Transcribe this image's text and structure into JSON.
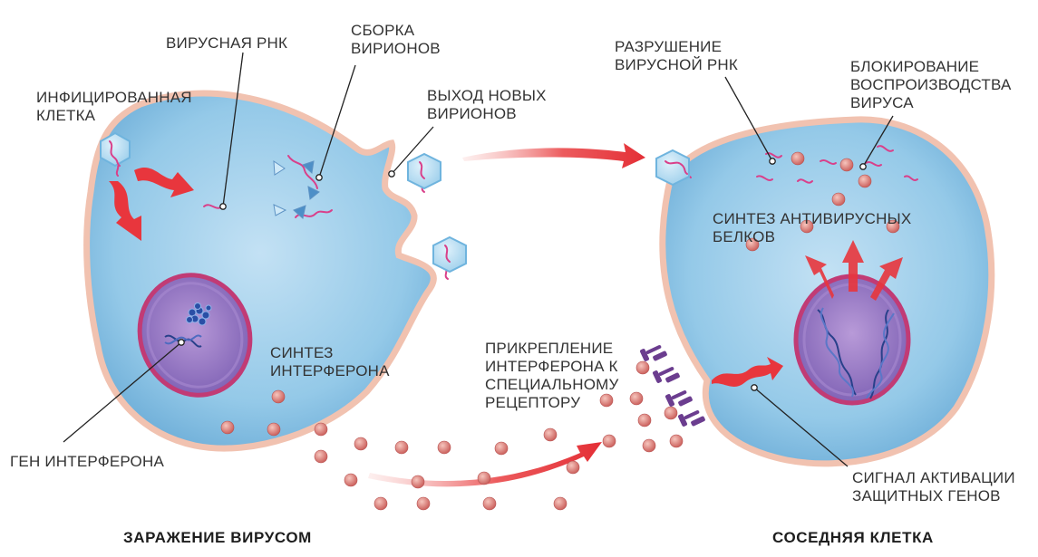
{
  "labels": {
    "infected_cell": [
      "ИНФИЦИРОВАННАЯ",
      "КЛЕТКА"
    ],
    "viral_rna": [
      "ВИРУСНАЯ РНК"
    ],
    "virion_assembly": [
      "СБОРКА",
      "ВИРИОНОВ"
    ],
    "virion_exit": [
      "ВЫХОД НОВЫХ",
      "ВИРИОНОВ"
    ],
    "rna_destruction": [
      "РАЗРУШЕНИЕ",
      "ВИРУСНОЙ РНК"
    ],
    "replication_block": [
      "БЛОКИРОВАНИЕ",
      "ВОСПРОИЗВОДСТВА",
      "ВИРУСА"
    ],
    "antiviral_synthesis": [
      "СИНТЕЗ АНТИВИРУСНЫХ",
      "БЕЛКОВ"
    ],
    "interferon_synthesis": [
      "СИНТЕЗ",
      "ИНТЕРФЕРОНА"
    ],
    "interferon_binding": [
      "ПРИКРЕПЛЕНИЕ",
      "ИНТЕРФЕРОНА К",
      "СПЕЦИАЛЬНОМУ",
      "РЕЦЕПТОРУ"
    ],
    "interferon_gene": [
      "ГЕН ИНТЕРФЕРОНА"
    ],
    "activation_signal": [
      "СИГНАЛ АКТИВАЦИИ",
      "ЗАЩИТНЫХ ГЕНОВ"
    ]
  },
  "captions": {
    "left": "ЗАРАЖЕНИЕ ВИРУСОМ",
    "right": "СОСЕДНЯЯ КЛЕТКА"
  },
  "colors": {
    "cell_fill": "#8fc6e6",
    "cell_border": "#f1c2b0",
    "nucleus_fill": "#8f72c0",
    "nucleus_border": "#c13b75",
    "virus_fill": "#b3dcef",
    "rna": "#d9408a",
    "interferon": "#d9726f",
    "arrow": "#e8363d",
    "receptor": "#6b3d8f",
    "leader": "#222222"
  }
}
